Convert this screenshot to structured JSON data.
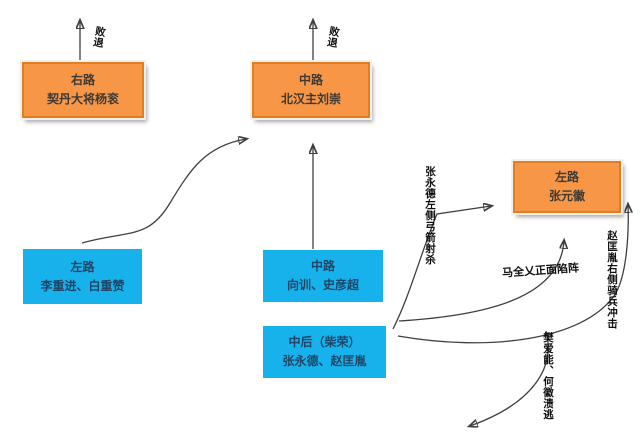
{
  "diagram": {
    "boxes": {
      "right_han": {
        "line1": "右路",
        "line2": "契丹大将杨衮"
      },
      "center_han": {
        "line1": "中路",
        "line2": "北汉主刘崇"
      },
      "left_han": {
        "line1": "左路",
        "line2": "张元徽"
      },
      "left_zhou": {
        "line1": "左路",
        "line2": "李重进、白重赞"
      },
      "center_zhou": {
        "line1": "中路",
        "line2": "向训、史彦超"
      },
      "rear_zhou": {
        "line1": "中后（柴荣）",
        "line2": "张永德、赵匡胤"
      }
    },
    "labels": {
      "retreat_right": "败退",
      "retreat_center": "败退",
      "archers": "张永德左侧弓箭射杀",
      "frontal": "马全乂正面陷阵",
      "cavalry": "赵匡胤右侧骑兵冲击",
      "rout": "樊爱能、何徽溃逃"
    },
    "colors": {
      "han_box": "#F79646",
      "han_border": "#E07E20",
      "zhou_box": "#17B2EC",
      "box_text_dark": "#3E3A33",
      "zhou_text": "#1F4666",
      "arrow": "#3F3F3F"
    }
  }
}
